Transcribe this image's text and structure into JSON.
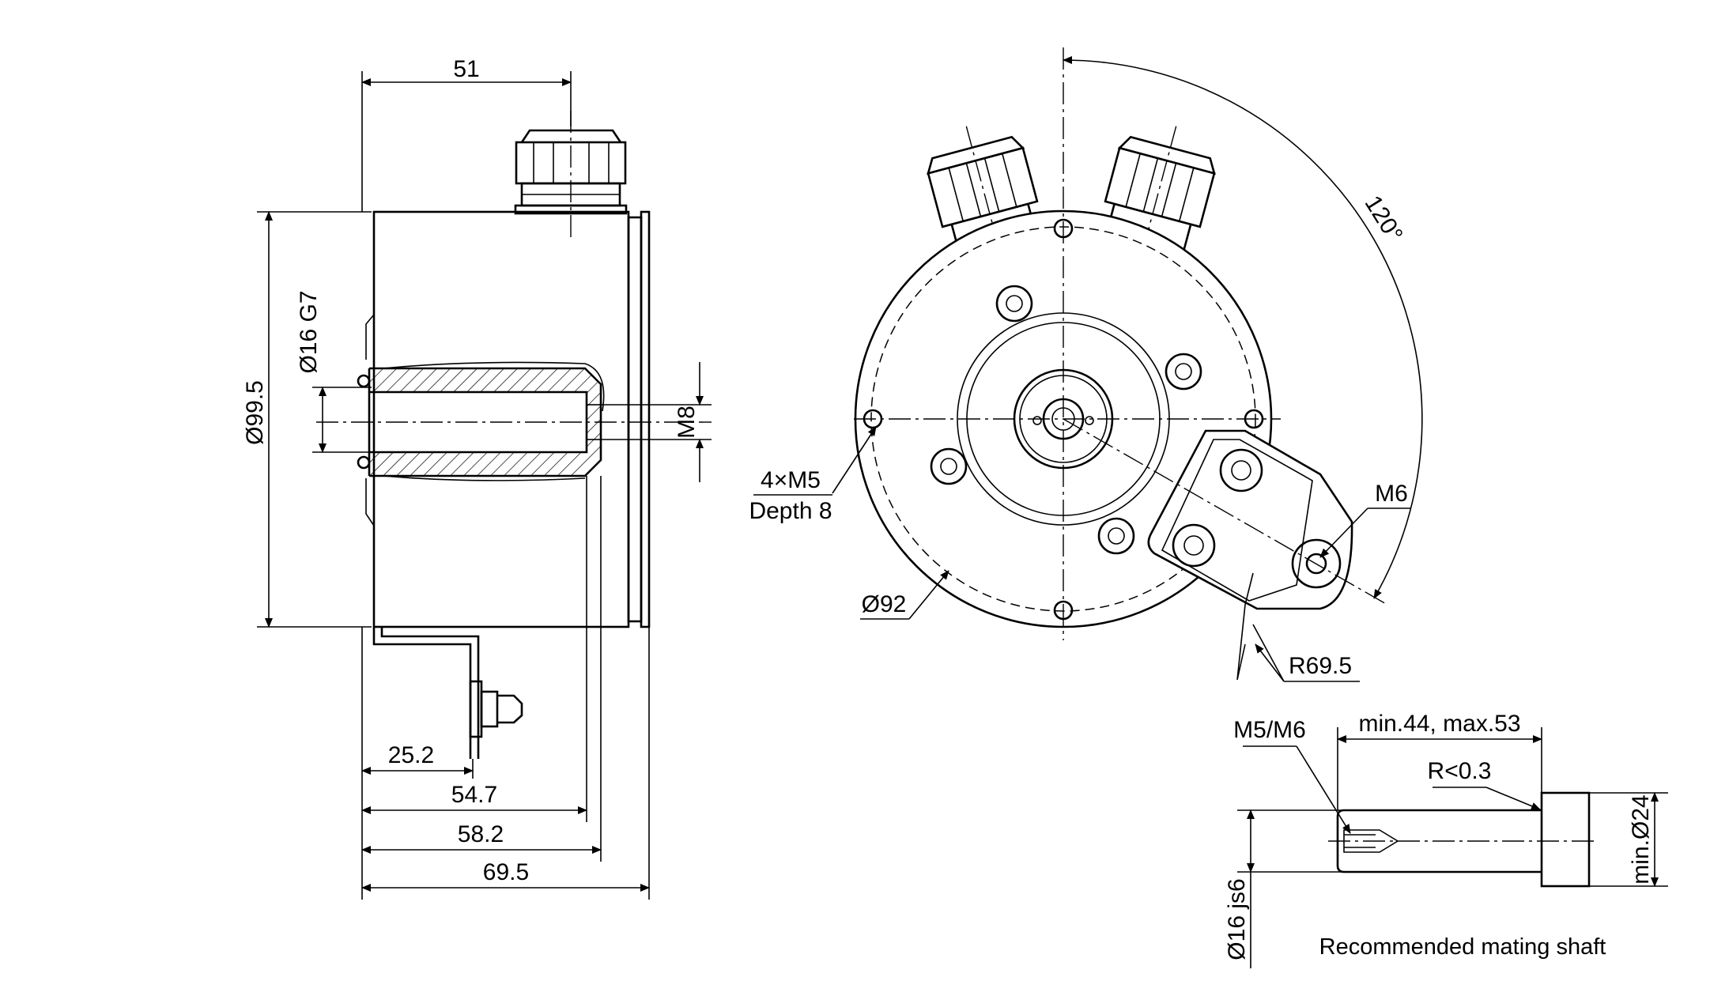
{
  "title": "Encoder dimension drawing",
  "side_view": {
    "dims": {
      "width_51": "51",
      "diameter_99_5": "Ø99.5",
      "bore_16_g7": "Ø16 G7",
      "thread_m8": "M8",
      "len_25_2": "25.2",
      "len_54_7": "54.7",
      "len_58_2": "58.2",
      "len_69_5": "69.5"
    }
  },
  "front_view": {
    "dims": {
      "angle_120": "120°",
      "holes_4xm5": "4×M5",
      "depth_8": "Depth 8",
      "bolt_circle_92": "Ø92",
      "thread_m6": "M6",
      "radius_69_5": "R69.5"
    }
  },
  "mating_shaft": {
    "caption": "Recommended mating shaft",
    "dims": {
      "length_range": "min.44, max.53",
      "thread": "M5/M6",
      "fillet": "R<0.3",
      "collar_diameter": "min.Ø24",
      "shaft_diameter": "Ø16 js6"
    }
  },
  "style": {
    "line_color": "#000000",
    "background": "#ffffff"
  }
}
